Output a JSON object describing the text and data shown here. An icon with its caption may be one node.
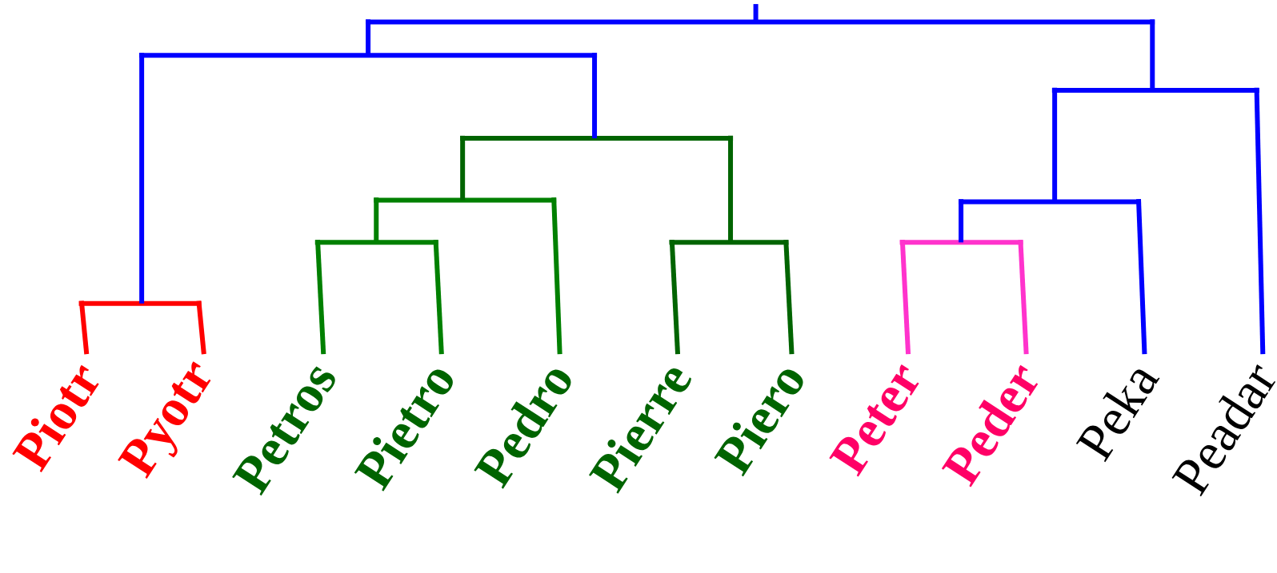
{
  "diagram": {
    "nodes": [
      {
        "text": [],
        "shape": "bar"
      },
      {
        "text": [],
        "shape": "bar"
      },
      {
        "text": [],
        "shape": "bar"
      },
      {
        "text": [],
        "shape": "bar"
      },
      {
        "text": [],
        "shape": "bar"
      },
      {
        "text": [],
        "shape": "bar"
      },
      {
        "text": [],
        "shape": "bar"
      },
      {
        "text": [],
        "shape": "bar"
      },
      {
        "text": [],
        "shape": "bar"
      },
      {
        "text": [],
        "shape": "bar"
      },
      {
        "text": [
          "Piotr"
        ]
      },
      {
        "text": [
          "Pyotr"
        ]
      },
      {
        "text": [
          "Petros"
        ]
      },
      {
        "text": [
          "Pietro"
        ]
      },
      {
        "text": [
          "Pedro"
        ]
      },
      {
        "text": [
          "Pierre"
        ]
      },
      {
        "text": [
          "Piero"
        ]
      },
      {
        "text": [
          "Peter"
        ]
      },
      {
        "text": [
          "Peder"
        ]
      },
      {
        "text": [
          "Peka"
        ]
      },
      {
        "text": [
          "Peadar"
        ]
      }
    ],
    "edges": [
      {
        "from": null,
        "to": 0,
        "arrow": "none",
        "color": "#0000ff"
      },
      {
        "from": 0,
        "to": 1,
        "arrow": "none",
        "color": "#0000ff"
      },
      {
        "from": 0,
        "to": 7,
        "arrow": "none",
        "color": "#0000ff"
      },
      {
        "from": 1,
        "to": 2,
        "arrow": "none",
        "color": "#0000ff"
      },
      {
        "from": 1,
        "to": 3,
        "arrow": "none",
        "color": "#0000ff"
      },
      {
        "from": 2,
        "to": 10,
        "arrow": "none",
        "color": "#ff0000"
      },
      {
        "from": 2,
        "to": 11,
        "arrow": "none",
        "color": "#ff0000"
      },
      {
        "from": 3,
        "to": 4,
        "arrow": "none",
        "color": "#006400"
      },
      {
        "from": 3,
        "to": 6,
        "arrow": "none",
        "color": "#006400"
      },
      {
        "from": 4,
        "to": 5,
        "arrow": "none",
        "color": "#008000"
      },
      {
        "from": 4,
        "to": 14,
        "arrow": "none",
        "color": "#008000"
      },
      {
        "from": 5,
        "to": 12,
        "arrow": "none",
        "color": "#008000"
      },
      {
        "from": 5,
        "to": 13,
        "arrow": "none",
        "color": "#008000"
      },
      {
        "from": 6,
        "to": 15,
        "arrow": "none",
        "color": "#006400"
      },
      {
        "from": 6,
        "to": 16,
        "arrow": "none",
        "color": "#006400"
      },
      {
        "from": 7,
        "to": 8,
        "arrow": "none",
        "color": "#0000ff"
      },
      {
        "from": 7,
        "to": 20,
        "arrow": "none",
        "color": "#0000ff"
      },
      {
        "from": 8,
        "to": 9,
        "arrow": "none",
        "color": "#0000ff"
      },
      {
        "from": 8,
        "to": 19,
        "arrow": "none",
        "color": "#0000ff"
      },
      {
        "from": 9,
        "to": 17,
        "arrow": "none",
        "color": "#ff33cc"
      },
      {
        "from": 9,
        "to": 18,
        "arrow": "none",
        "color": "#ff33cc"
      }
    ]
  }
}
